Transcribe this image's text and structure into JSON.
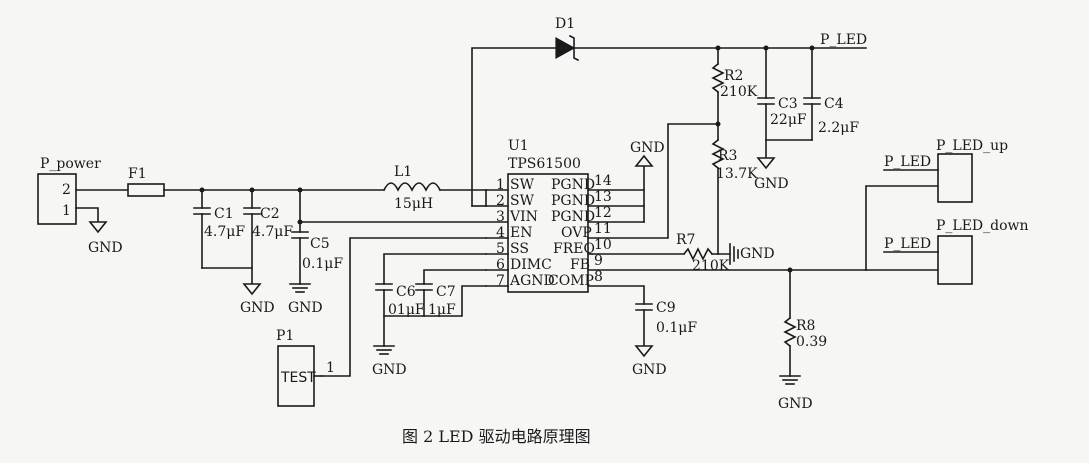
{
  "connectors": {
    "power": {
      "name": "P_power",
      "pin2": "2",
      "pin1": "1"
    },
    "led_up": {
      "name": "P_LED_up",
      "net": "P_LED"
    },
    "led_down": {
      "name": "P_LED_down",
      "net": "P_LED"
    },
    "test": {
      "ref": "P1",
      "label": "TEST",
      "pin": "1"
    }
  },
  "components": {
    "F1": "F1",
    "C1": {
      "ref": "C1",
      "value": "4.7μF"
    },
    "C2": {
      "ref": "C2",
      "value": "4.7μF"
    },
    "C5": {
      "ref": "C5",
      "value": "0.1μF"
    },
    "L1": {
      "ref": "L1",
      "value": "15μH"
    },
    "D1": "D1",
    "R2": {
      "ref": "R2",
      "value": "210K"
    },
    "R3": {
      "ref": "R3",
      "value": "13.7K"
    },
    "C3": {
      "ref": "C3",
      "value": "22μF"
    },
    "C4": {
      "ref": "C4",
      "value": "2.2μF"
    },
    "R7": {
      "ref": "R7",
      "value": "210K"
    },
    "R8": {
      "ref": "R8",
      "value": "0.39"
    },
    "C6": {
      "ref": "C6",
      "value": "01μF"
    },
    "C7": {
      "ref": "C7",
      "value": "1μF"
    },
    "C9": {
      "ref": "C9",
      "value": "0.1μF"
    }
  },
  "nets": {
    "p_led_top": "P_LED",
    "gnd": "GND"
  },
  "ic": {
    "ref": "U1",
    "part": "TPS61500",
    "left_pins": [
      {
        "num": "1",
        "name": "SW"
      },
      {
        "num": "2",
        "name": "SW"
      },
      {
        "num": "3",
        "name": "VIN"
      },
      {
        "num": "4",
        "name": "EN"
      },
      {
        "num": "5",
        "name": "SS"
      },
      {
        "num": "6",
        "name": "DIMC"
      },
      {
        "num": "7",
        "name": "AGND"
      }
    ],
    "right_pins": [
      {
        "num": "14",
        "name": "PGND"
      },
      {
        "num": "13",
        "name": "PGND"
      },
      {
        "num": "12",
        "name": "PGND"
      },
      {
        "num": "11",
        "name": "OVP"
      },
      {
        "num": "10",
        "name": "FREQ"
      },
      {
        "num": "9",
        "name": "FB"
      },
      {
        "num": "8",
        "name": "COMP"
      }
    ]
  },
  "caption": "图 2   LED 驱动电路原理图"
}
